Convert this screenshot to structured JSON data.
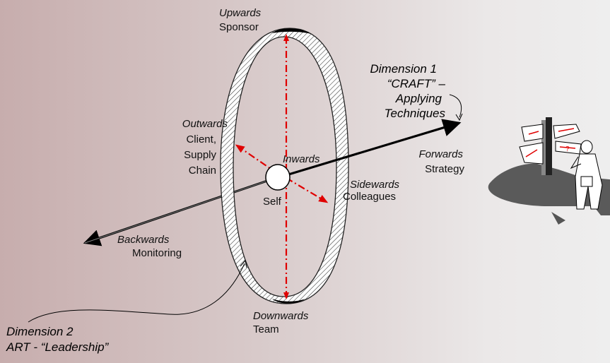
{
  "directions": {
    "upwards": {
      "dir": "Upwards",
      "who": "Sponsor"
    },
    "outwards": {
      "dir": "Outwards",
      "who_lines": [
        "Client,",
        "Supply",
        "Chain"
      ]
    },
    "inwards": {
      "dir": "Inwards"
    },
    "self": {
      "who": "Self"
    },
    "sidewards": {
      "dir": "Sidewards",
      "who": "Colleagues"
    },
    "forwards": {
      "dir": "Forwards",
      "who": "Strategy"
    },
    "backwards": {
      "dir": "Backwards",
      "who": "Monitoring"
    },
    "downwards": {
      "dir": "Downwards",
      "who": "Team"
    }
  },
  "dimension1": {
    "lines": [
      "Dimension 1",
      "“CRAFT” –",
      "Applying",
      "Techniques"
    ]
  },
  "dimension2": {
    "lines": [
      "Dimension 2",
      "ART - “Leadership”"
    ]
  },
  "colors": {
    "accent_red": "#e00000",
    "axis": "#000000",
    "ring_hatch": "#333333"
  },
  "icons": {
    "clipart": "signpost-person-icon"
  }
}
